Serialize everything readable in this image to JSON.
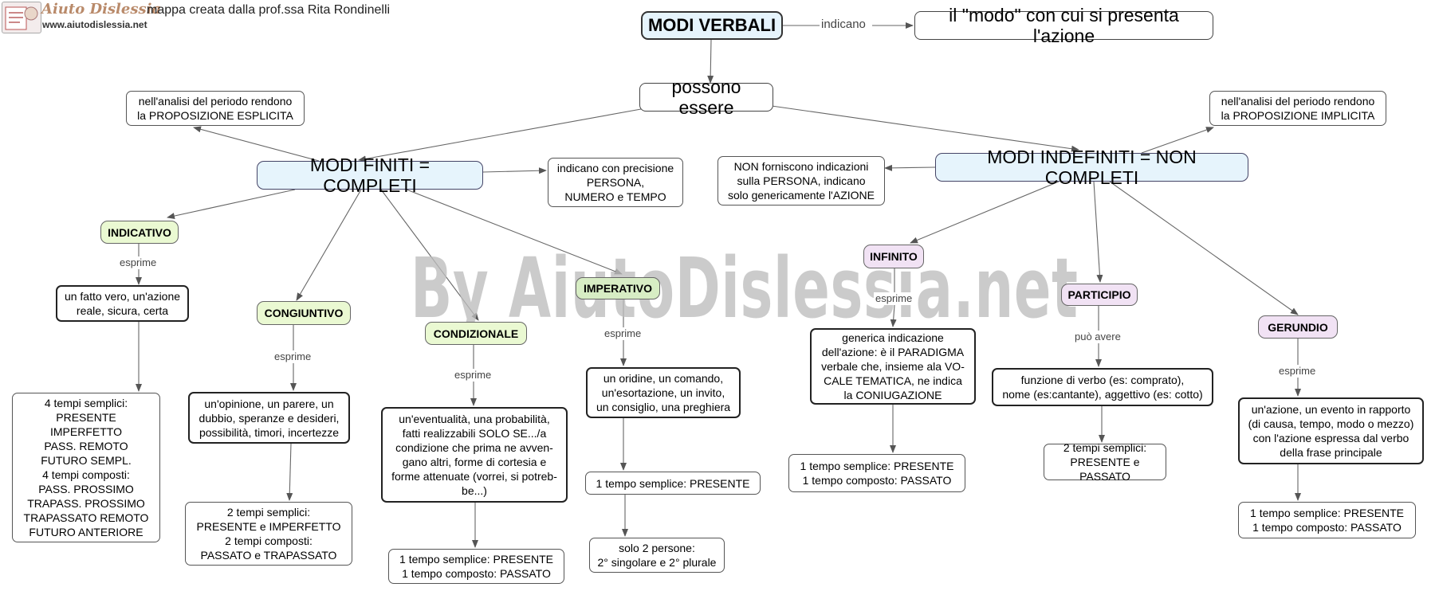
{
  "header": {
    "logo_name": "Aiuto Dislessia",
    "logo_url": "www.aiutodislessia.net",
    "credit": "mappa creata dalla prof.ssa Rita Rondinelli"
  },
  "watermark": "By AiutoDislessia.net",
  "colors": {
    "main_fill": "#e6f4fc",
    "green_mood_fill": "#eaf9d2",
    "violet_mood_fill": "#f1e2f4",
    "line": "#555555",
    "watermark": "#bdbdbd"
  },
  "nodes": {
    "modi_verbali": "MODI VERBALI",
    "modo_azione": "il \"modo\" con cui si presenta l'azione",
    "possono_essere": "possono essere",
    "esplicita": "nell'analisi del periodo rendono\nla PROPOSIZIONE ESPLICITA",
    "implicita": "nell'analisi del periodo rendono\nla PROPOSIZIONE IMPLICITA",
    "modi_finiti": "MODI FINITI = COMPLETI",
    "finiti_precisione": "indicano con precisione\nPERSONA,\nNUMERO e TEMPO",
    "modi_indefiniti": "MODI INDEFINITI = NON COMPLETI",
    "indefiniti_info": "NON forniscono indicazioni\nsulla PERSONA, indicano\nsolo genericamente l'AZIONE",
    "indicativo": "INDICATIVO",
    "indicativo_desc": "un fatto vero, un'azione\nreale, sicura, certa",
    "indicativo_tempi": "4 tempi semplici:\nPRESENTE\nIMPERFETTO\nPASS. REMOTO\nFUTURO SEMPL.\n4 tempi composti:\nPASS. PROSSIMO\nTRAPASS. PROSSIMO\nTRAPASSATO REMOTO\nFUTURO ANTERIORE",
    "congiuntivo": "CONGIUNTIVO",
    "congiuntivo_desc": "un'opinione, un parere, un\ndubbio, speranze e desideri,\npossibilità, timori, incertezze",
    "congiuntivo_tempi": "2 tempi semplici:\nPRESENTE e IMPERFETTO\n2 tempi composti:\nPASSATO e TRAPASSATO",
    "condizionale": "CONDIZIONALE",
    "condizionale_desc": "un'eventualità, una probabilità,\nfatti realizzabili SOLO SE.../a\ncondizione che prima ne avven-\ngano altri, forme di cortesia e\nforme attenuate (vorrei, si potreb-\nbe...)",
    "condizionale_tempi": "1 tempo semplice: PRESENTE\n1 tempo composto: PASSATO",
    "imperativo": "IMPERATIVO",
    "imperativo_desc": "un oridine, un comando,\nun'esortazione, un invito,\nun consiglio, una preghiera",
    "imperativo_tempi": "1 tempo semplice: PRESENTE",
    "imperativo_persone": "solo 2 persone:\n2° singolare e 2° plurale",
    "infinito": "INFINITO",
    "infinito_desc": "generica indicazione\ndell'azione: è il PARADIGMA\nverbale che, insieme ala VO-\nCALE TEMATICA, ne indica\nla CONIUGAZIONE",
    "infinito_tempi": "1 tempo semplice: PRESENTE\n1 tempo composto: PASSATO",
    "participio": "PARTICIPIO",
    "participio_desc": "funzione di verbo (es: comprato),\nnome (es:cantante), aggettivo (es: cotto)",
    "participio_tempi": "2 tempi semplici:\nPRESENTE e PASSATO",
    "gerundio": "GERUNDIO",
    "gerundio_desc": "un'azione, un evento in rapporto\n(di causa, tempo, modo o mezzo)\ncon l'azione espressa dal verbo\ndella frase principale",
    "gerundio_tempi": "1 tempo semplice: PRESENTE\n1 tempo composto: PASSATO"
  },
  "edge_labels": {
    "indicano": "indicano",
    "esprime": "esprime",
    "puo_avere": "può avere"
  }
}
